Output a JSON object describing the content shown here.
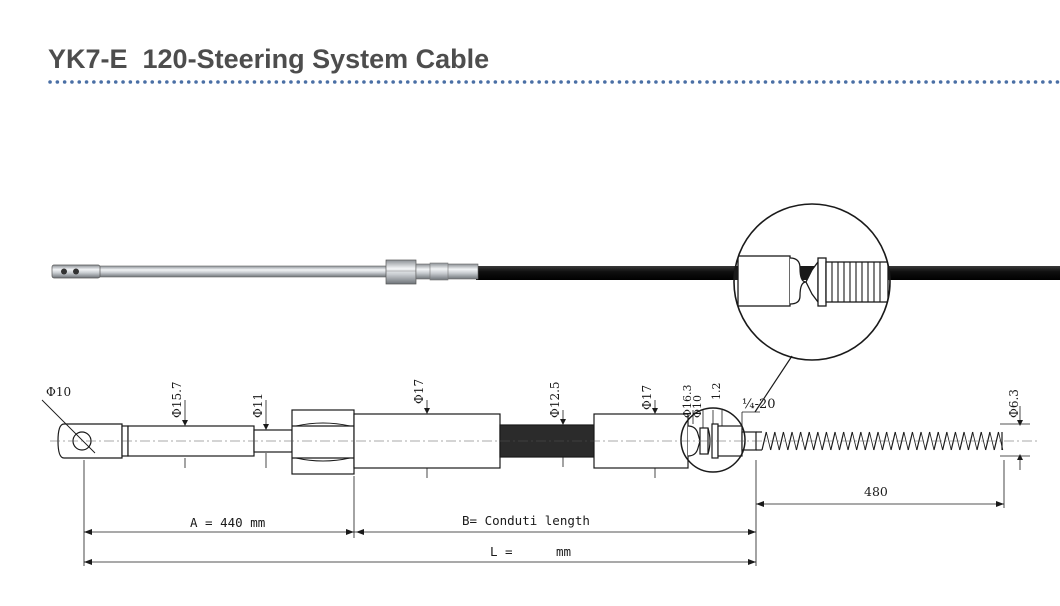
{
  "header": {
    "title": "YK7-E  120-Steering System Cable",
    "rule_color": "#4a6fa5"
  },
  "colors": {
    "line": "#1a1a1a",
    "rod_fill": "#ffffff",
    "conduit_dark": "#2b2b2b",
    "photo_steel": "#b8bcc0",
    "photo_cable": "#1c1c1c"
  },
  "diameters": {
    "eye": "Φ10",
    "rod": "Φ15.7",
    "rod_tip": "Φ11",
    "fitting": "Φ17",
    "conduit": "Φ12.5",
    "end_fitting": "Φ17",
    "groove_outer": "Φ16.3",
    "groove_inner": "Φ10",
    "groove_width": "1.2",
    "thread": "¼-20",
    "helix": "Φ6.3"
  },
  "dimensions": {
    "a": "A = 440  mm",
    "b": "B= Conduti length",
    "l_prefix": "L =",
    "l_unit": "mm",
    "helix_length": "480"
  }
}
